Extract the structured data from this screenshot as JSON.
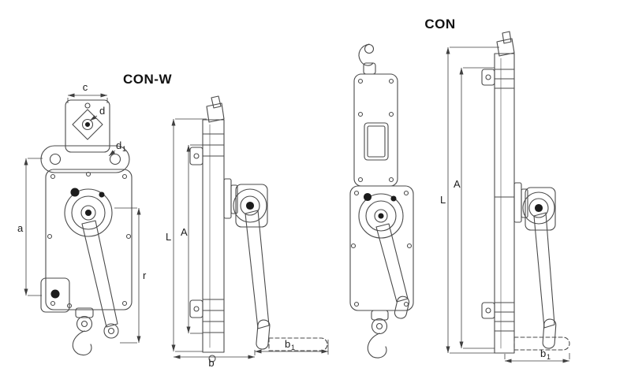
{
  "titles": {
    "con_w": "CON-W",
    "con": "CON"
  },
  "dims": {
    "c": "c",
    "d": "d",
    "d1": {
      "base": "d",
      "sub": "1"
    },
    "a": "a",
    "r": "r",
    "L": "L",
    "A": "A",
    "b": "b",
    "b1": {
      "base": "b",
      "sub": "1"
    }
  },
  "colors": {
    "line": "#4a4a4a",
    "dim_line": "#3f3f3f",
    "text": "#1d1d1d",
    "background": "#ffffff"
  }
}
